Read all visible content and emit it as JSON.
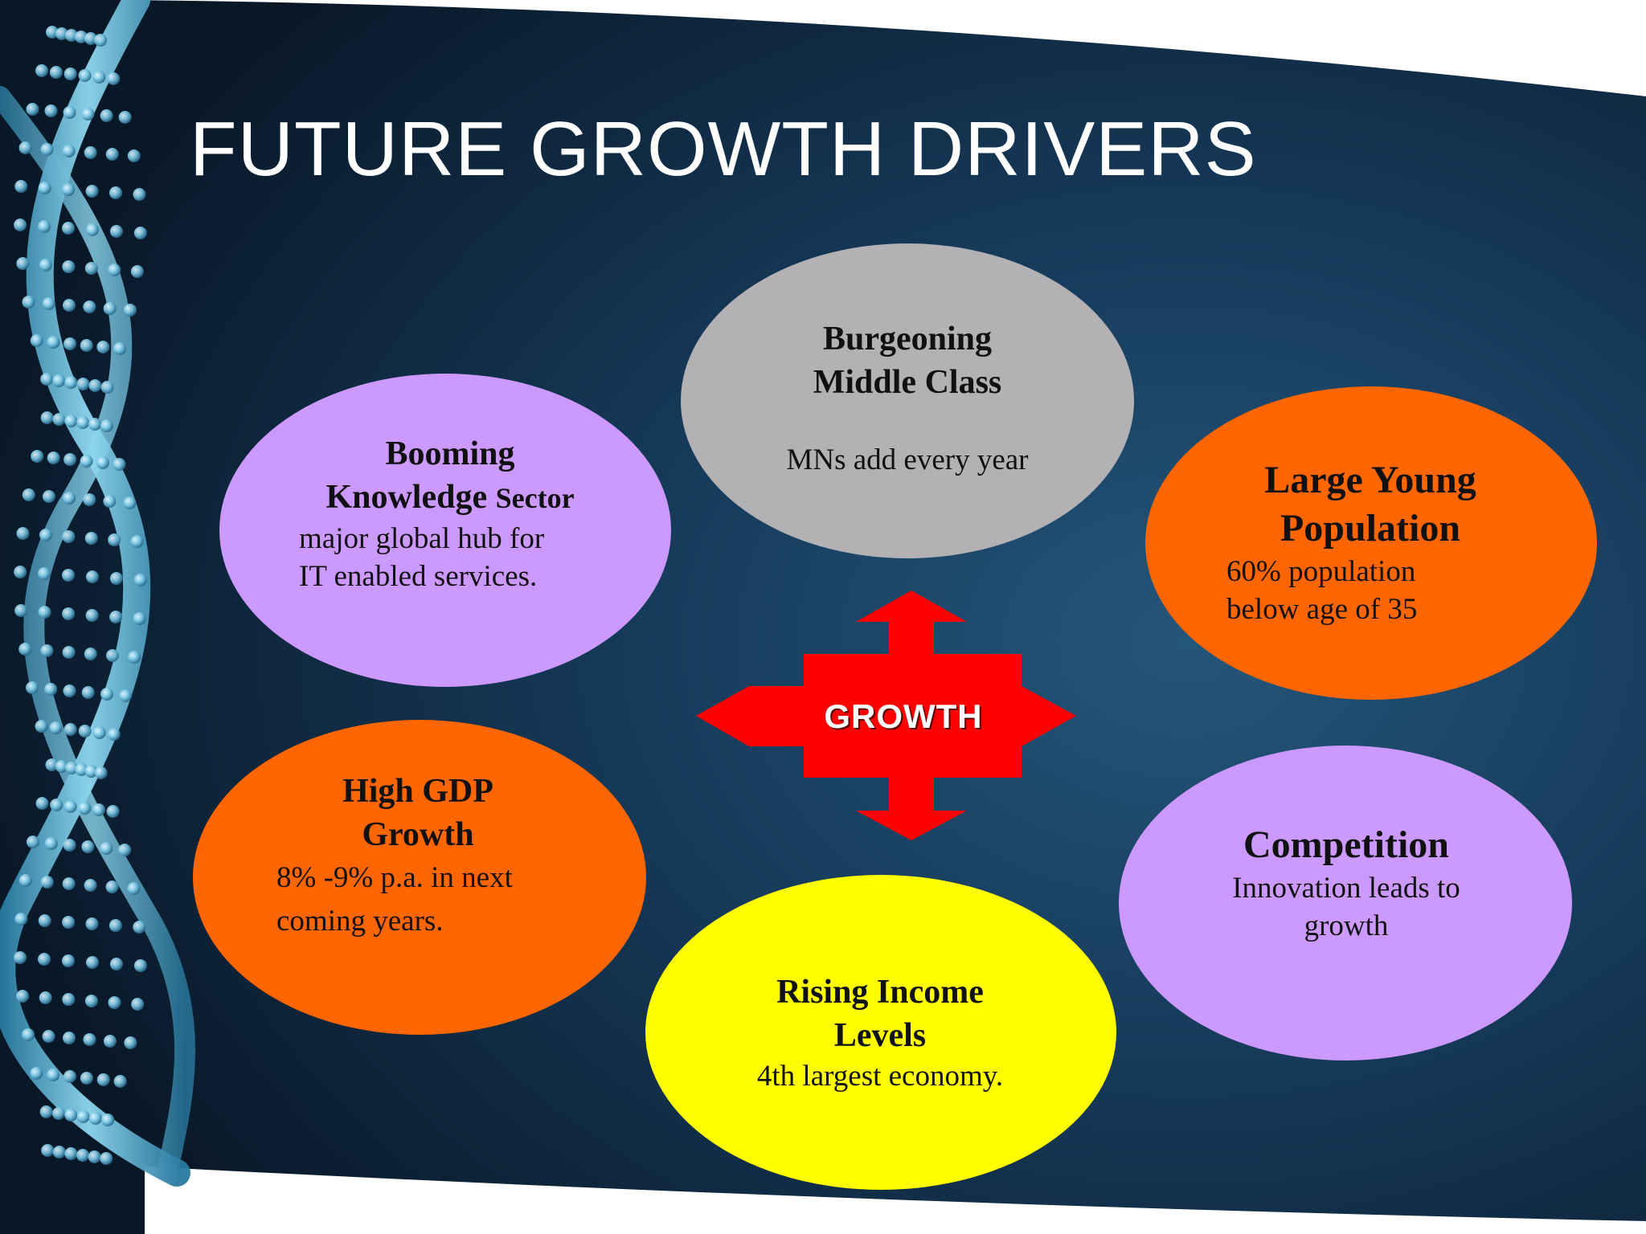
{
  "slide": {
    "title": "FUTURE GROWTH DRIVERS"
  },
  "colors": {
    "background_dark": "#0c1e33",
    "background_mid": "#1d4566",
    "lilac": "#cc99ff",
    "grey": "#b3b1b3",
    "orange": "#ff6600",
    "yellow": "#ffff00",
    "arrow_red": "#ff0000"
  },
  "center": {
    "label": "GROWTH"
  },
  "nodes": {
    "middle_class": {
      "title_line1": "Burgeoning",
      "title_line2": "Middle Class",
      "desc_line1": "MNs add every year"
    },
    "booming": {
      "title_line1": "Booming",
      "title_line2_a": "Knowledge",
      "title_line2_b": "Sector",
      "desc_line1": "major global hub for",
      "desc_line2": "IT enabled services."
    },
    "young_population": {
      "title_line1": "Large Young",
      "title_line2": "Population",
      "desc_line1": "60% population",
      "desc_line2": "below age of 35"
    },
    "gdp": {
      "title_line1": "High GDP",
      "title_line2": "Growth",
      "desc_line1": "8% -9% p.a. in next",
      "desc_line2": "coming years."
    },
    "competition": {
      "title_line1": "Competition",
      "desc_line1": "Innovation leads to",
      "desc_line2": "growth"
    },
    "rising_income": {
      "title_line1": "Rising Income",
      "title_line2": "Levels",
      "desc_line1": "4th largest economy."
    }
  }
}
